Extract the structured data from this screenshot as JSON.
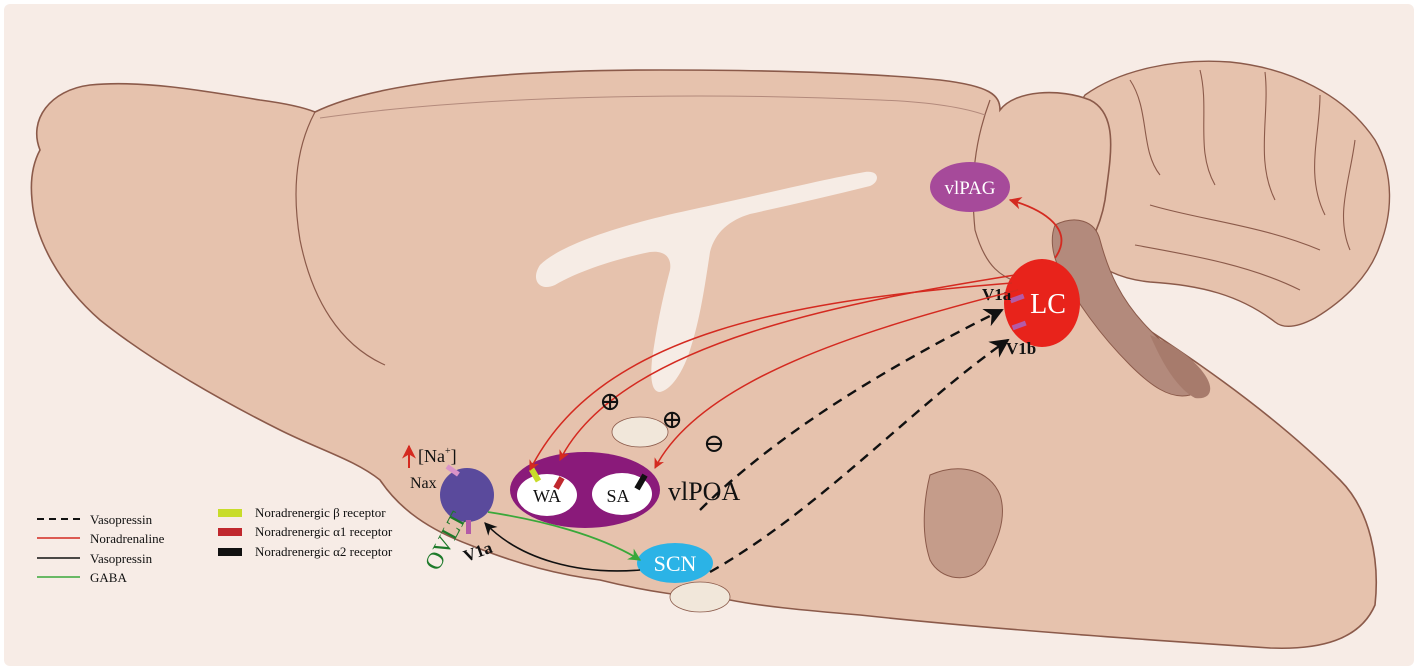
{
  "colors": {
    "brain_fill": "#e6c2ad",
    "brain_stroke": "#8b5a4a",
    "frame": "#f7ece6",
    "ventricle": "#f6ece5",
    "inner_fold": "#b38a7c",
    "noradrenaline": "#d42a20",
    "vasopressin": "#111111",
    "gaba": "#3aa83a",
    "lc_fill": "#e8231b",
    "vlpag_fill": "#a64a9a",
    "vlpoa_fill": "#8a1a7a",
    "ovlt_fill": "#5a4a9c",
    "scn_fill": "#2bb3e6",
    "receptor_beta": "#c8dc2a",
    "receptor_a1": "#c0282e",
    "receptor_a2": "#111111",
    "receptor_v1": "#b35aa8",
    "ovlt_label": "#1e7a2a"
  },
  "regions": {
    "lc": "LC",
    "vlpag": "vlPAG",
    "vlpoa": "vlPOA",
    "wa": "WA",
    "sa": "SA",
    "scn": "SCN",
    "ovlt": "OVLT"
  },
  "labels": {
    "v1a_lc": "V1a",
    "v1b_lc": "V1b",
    "v1a_ovlt": "V1a",
    "nax": "Nax",
    "na_conc": "[Na",
    "na_sup": "+",
    "na_close": "]",
    "plus_1": "⊕",
    "plus_2": "⊕",
    "minus_1": "⊖"
  },
  "legend_left": [
    {
      "label": "Vasopressin",
      "style": "dashed",
      "color": "#111111"
    },
    {
      "label": "Noradrenaline",
      "style": "solid",
      "color": "#d42a20"
    },
    {
      "label": "Vasopressin",
      "style": "solid",
      "color": "#111111"
    },
    {
      "label": "GABA",
      "style": "solid",
      "color": "#3aa83a"
    }
  ],
  "legend_right": [
    {
      "label": "Noradrenergic β receptor",
      "color": "#c8dc2a"
    },
    {
      "label": "Noradrenergic α1 receptor",
      "color": "#c0282e"
    },
    {
      "label": "Noradrenergic α2 receptor",
      "color": "#111111"
    }
  ]
}
